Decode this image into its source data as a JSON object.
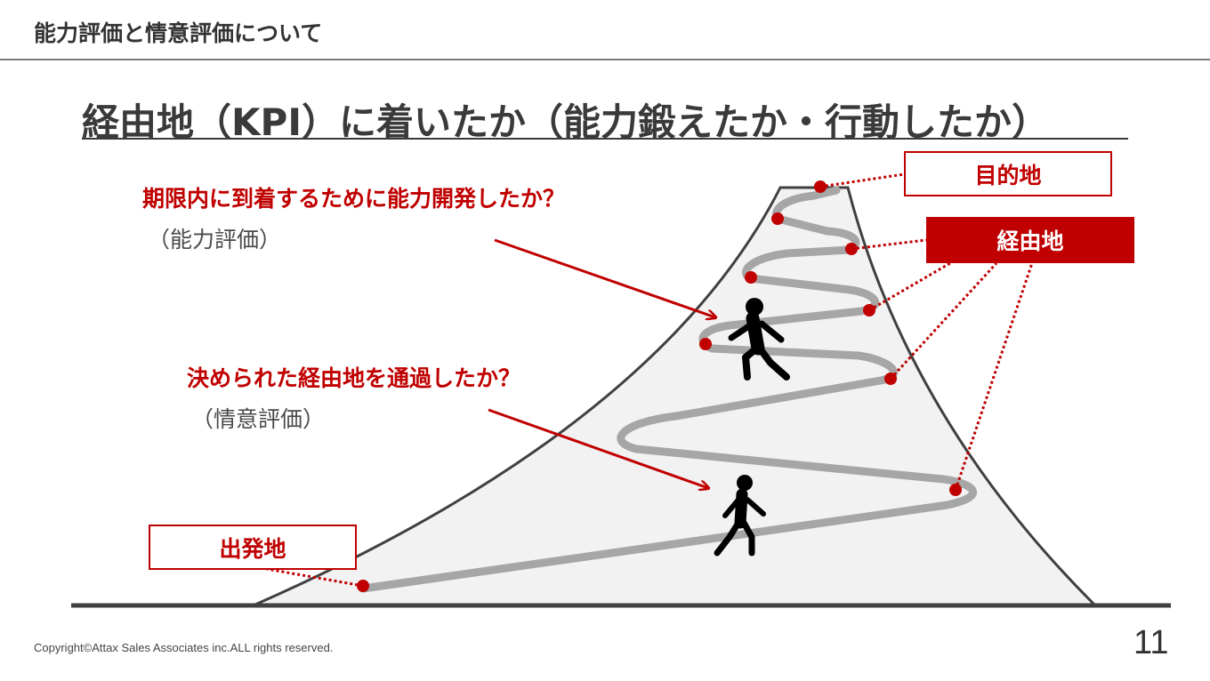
{
  "header": {
    "title": "能力評価と情意評価について"
  },
  "slide": {
    "title": "経由地（KPI）に着いたか（能力鍛えたか・行動したか）"
  },
  "questions": {
    "ability": {
      "text": "期限内に到着するために能力開発したか？",
      "sub": "（能力評価）"
    },
    "attitude": {
      "text": "決められた経由地を通過したか？",
      "sub": "（情意評価）"
    }
  },
  "labels": {
    "destination": "目的地",
    "waypoint": "経由地",
    "start": "出発地"
  },
  "icons": [
    "walking-person-icon",
    "walking-person-icon"
  ],
  "footer": {
    "copyright": "Copyright©Attax Sales Associates inc.ALL rights reserved.",
    "page": "11"
  },
  "colors": {
    "accent": "#c00000",
    "text": "#333333",
    "path": "#a6a6a6",
    "mountain_fill": "#f2f2f2"
  }
}
